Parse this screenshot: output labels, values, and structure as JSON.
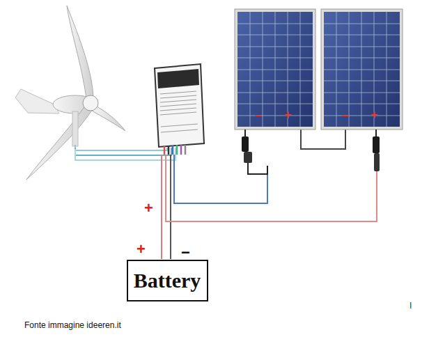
{
  "diagram": {
    "nodes": [
      {
        "text": [
          "Battery"
        ]
      }
    ],
    "labels": [
      "−",
      "+",
      "−",
      "+",
      "+",
      "+",
      "−",
      "I",
      "Fonte immagine ideeren.it"
    ]
  }
}
